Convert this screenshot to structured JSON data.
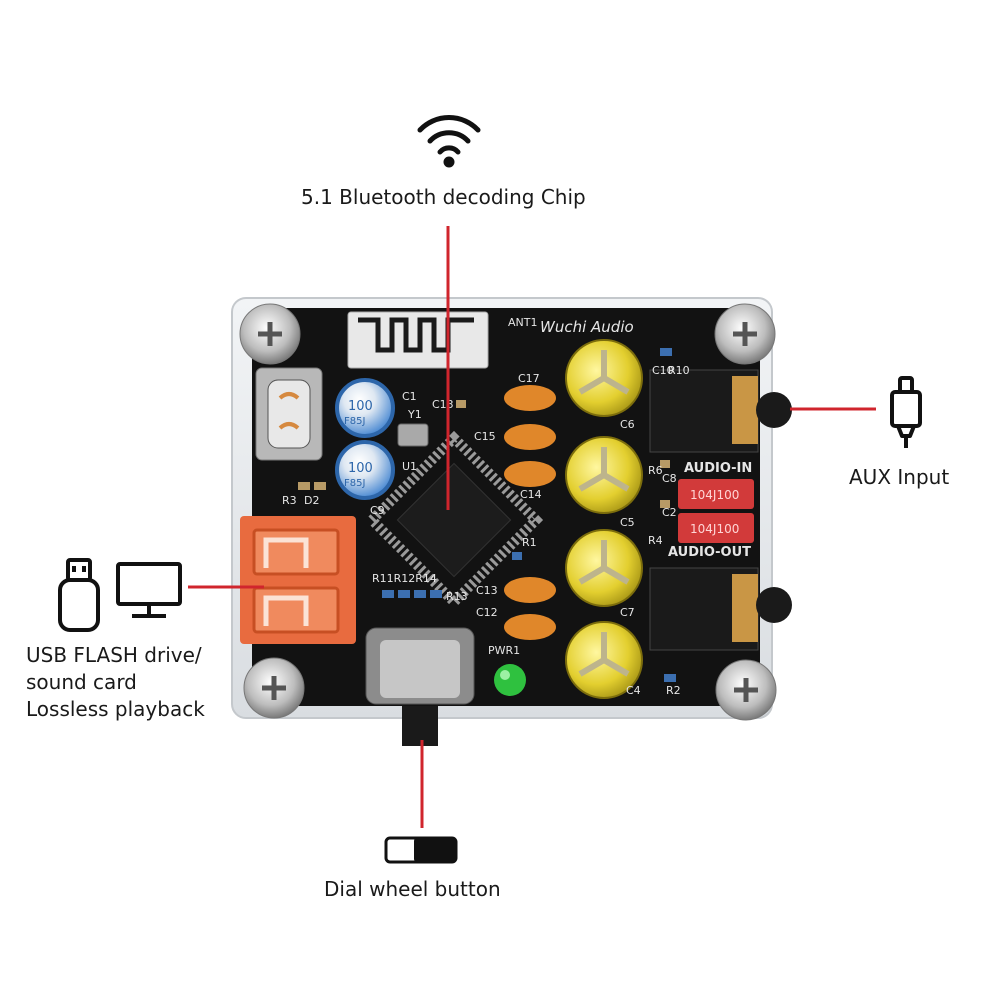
{
  "annotations": {
    "chip": "5.1 Bluetooth decoding Chip",
    "aux": "AUX Input",
    "usb_lines": [
      "USB FLASH drive/",
      "sound card",
      "Lossless playback"
    ],
    "dial": "Dial wheel button"
  },
  "board": {
    "silkscreen": {
      "brand": "Wuchi Audio",
      "ant": "ANT1",
      "audio_in": "AUDIO-IN",
      "audio_out": "AUDIO-OUT",
      "pwr": "PWR1",
      "c1": "C1",
      "y1": "Y1",
      "u1": "U1",
      "c9": "C9",
      "c10": "C10",
      "c13b": "C13",
      "c15": "C15",
      "c14": "C14",
      "c17": "C17",
      "c13": "C13",
      "c12": "C12",
      "c6": "C6",
      "c5": "C5",
      "c7": "C7",
      "c4": "C4",
      "c8": "C8",
      "c2": "C2",
      "r1": "R1",
      "r2": "R2",
      "r3": "R3",
      "d2": "D2",
      "r4": "R4",
      "r6": "R6",
      "r10": "R10",
      "r13": "R13",
      "r_group": "R11R12R14"
    },
    "film_cap_value": "104J100",
    "elec_cap_text": [
      "100",
      "F85J"
    ]
  },
  "colors": {
    "pointer": "#d0252d",
    "pcb": "#121212",
    "cap_blue": "#3a7fcf",
    "cap_gold": "#e2cf33",
    "cap_orange": "#e0872a",
    "film_red": "#d23a3a",
    "usb_orange": "#e86b3f",
    "led_green": "#2fc13f"
  },
  "icons": [
    "wifi-icon",
    "rca-plug-icon",
    "usb-stick-icon",
    "monitor-icon",
    "toggle-switch-icon"
  ]
}
